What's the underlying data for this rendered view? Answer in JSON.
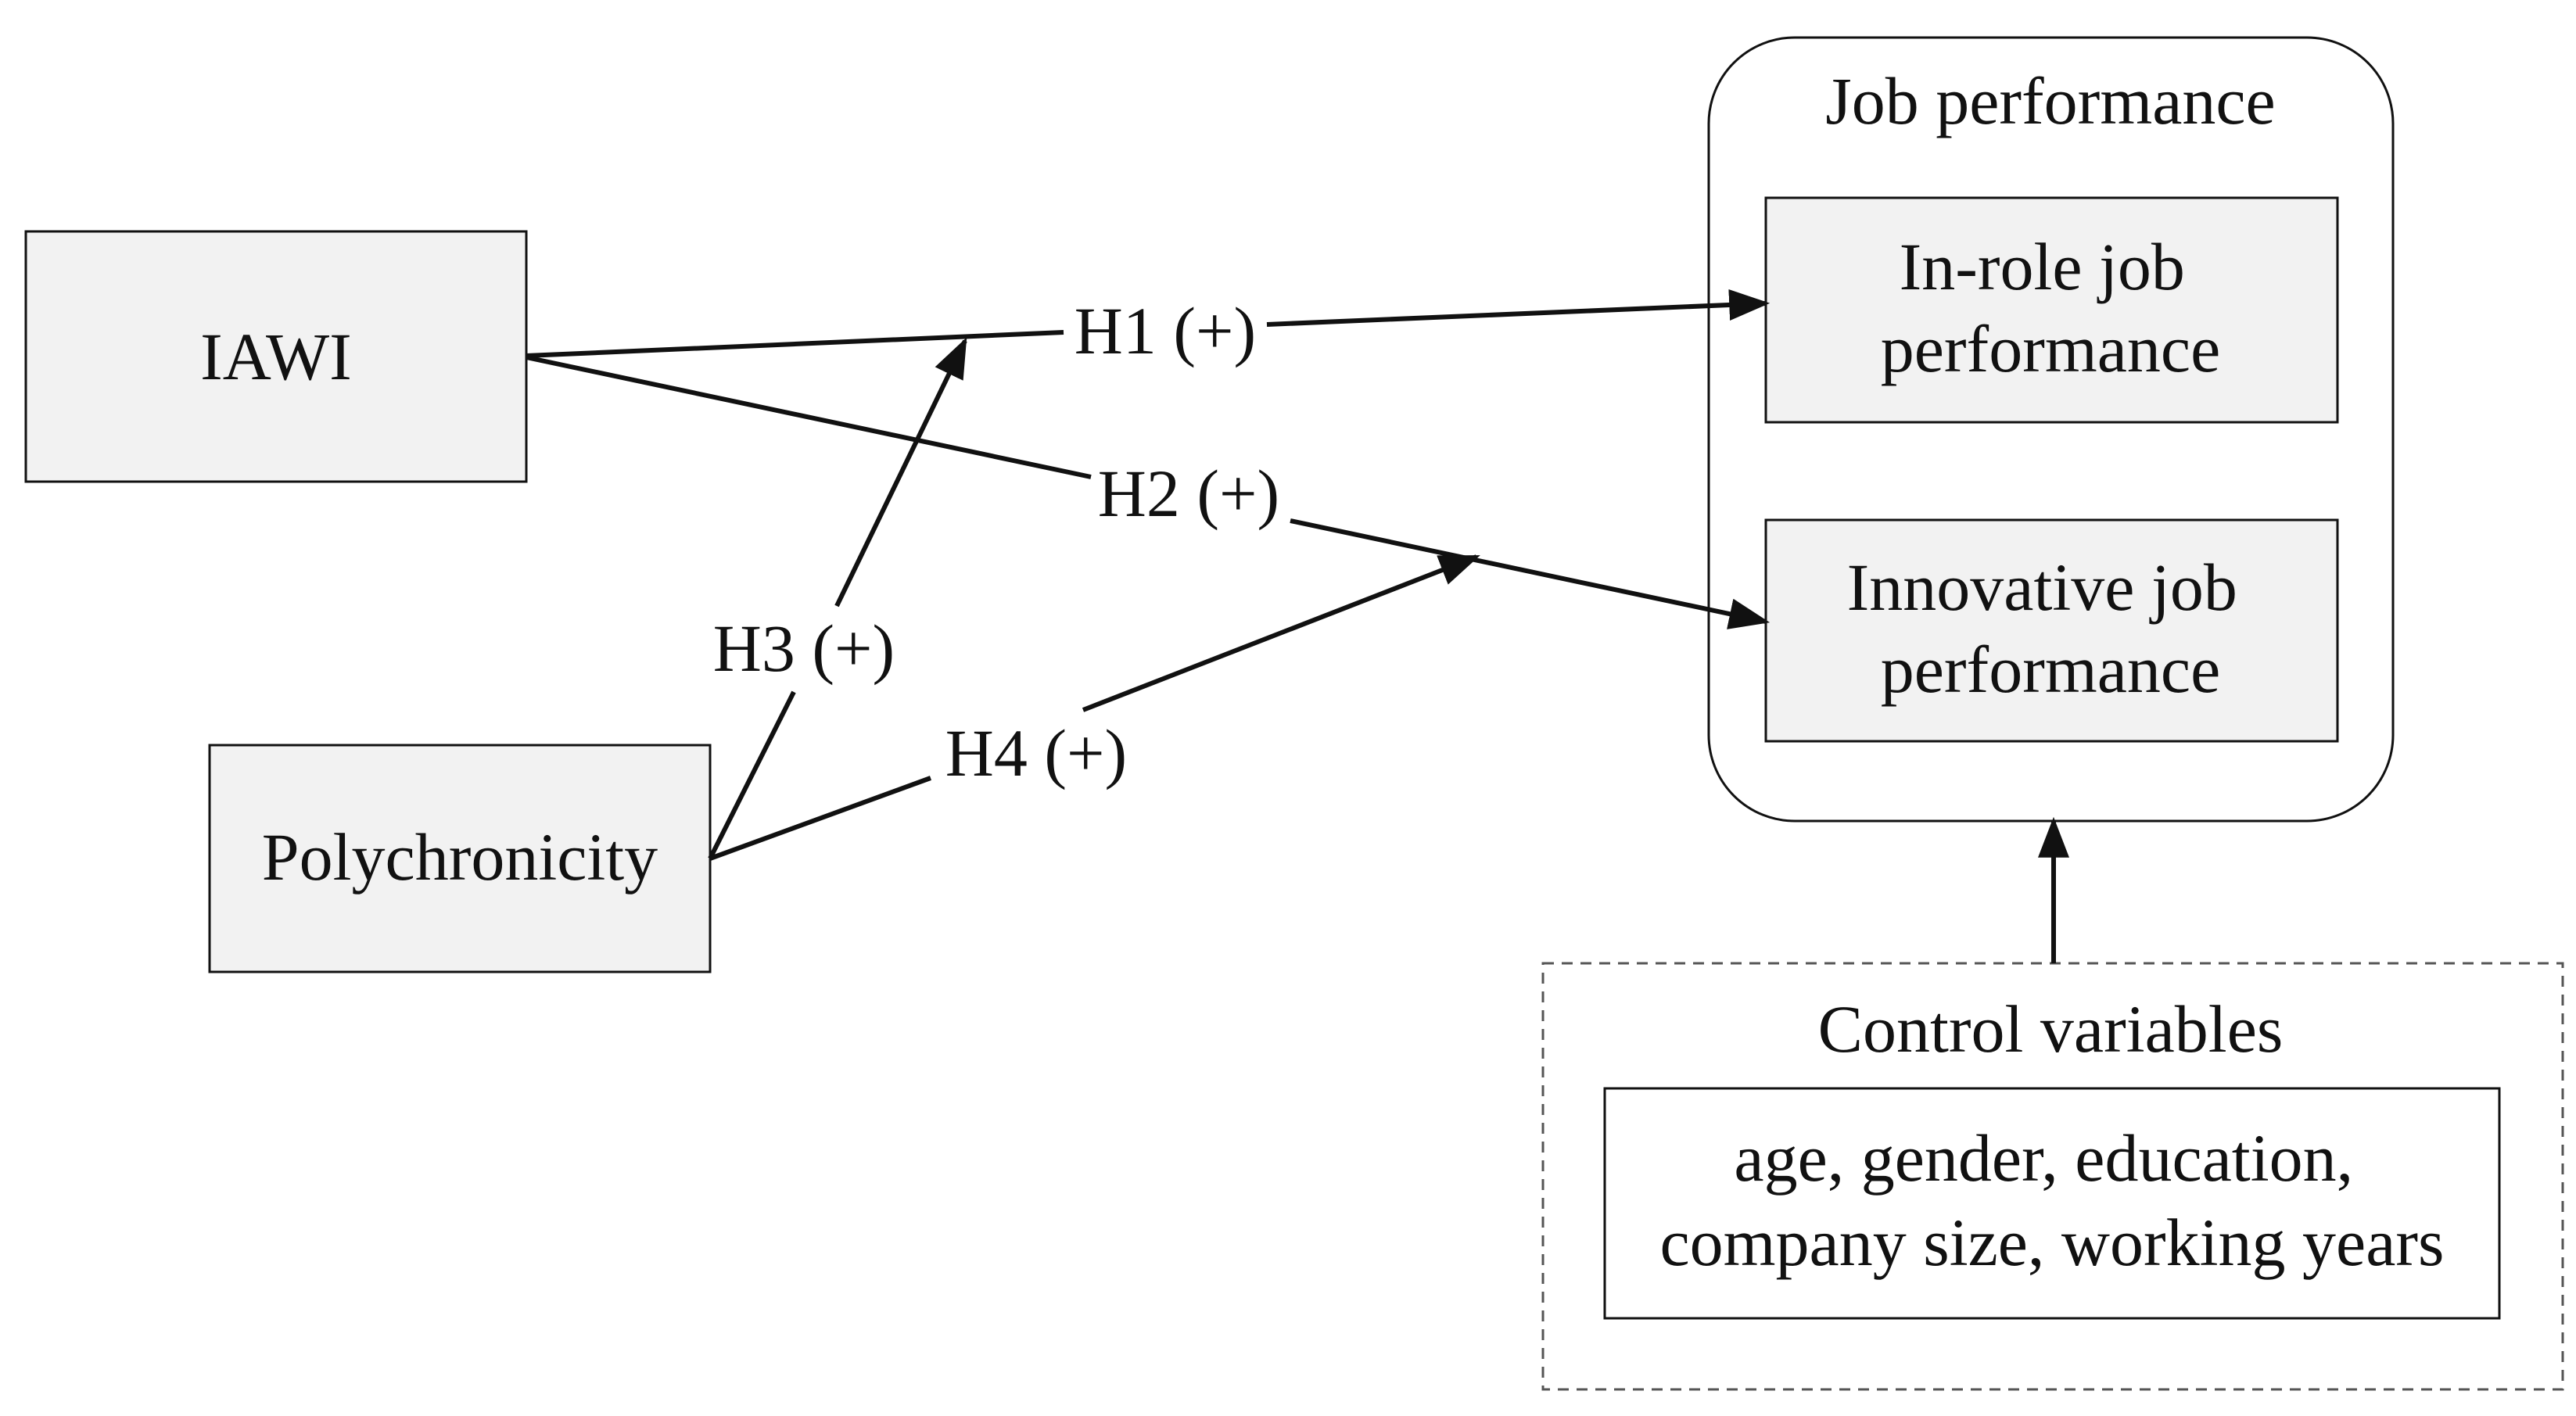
{
  "nodes": {
    "iawi": "IAWI",
    "polychronicity": "Polychronicity",
    "job_performance": {
      "title": "Job performance",
      "in_role": [
        "In-role job",
        "performance"
      ],
      "innovative": [
        "Innovative job",
        "performance"
      ]
    },
    "control_variables": {
      "title": "Control variables",
      "items": [
        "age, gender, education,",
        "company size, working years"
      ]
    }
  },
  "hypotheses": {
    "h1": "H1 (+)",
    "h2": "H2 (+)",
    "h3": "H3 (+)",
    "h4": "H4 (+)"
  },
  "colors": {
    "box_fill": "#f2f2f2",
    "stroke": "#111111",
    "background": "#ffffff"
  }
}
